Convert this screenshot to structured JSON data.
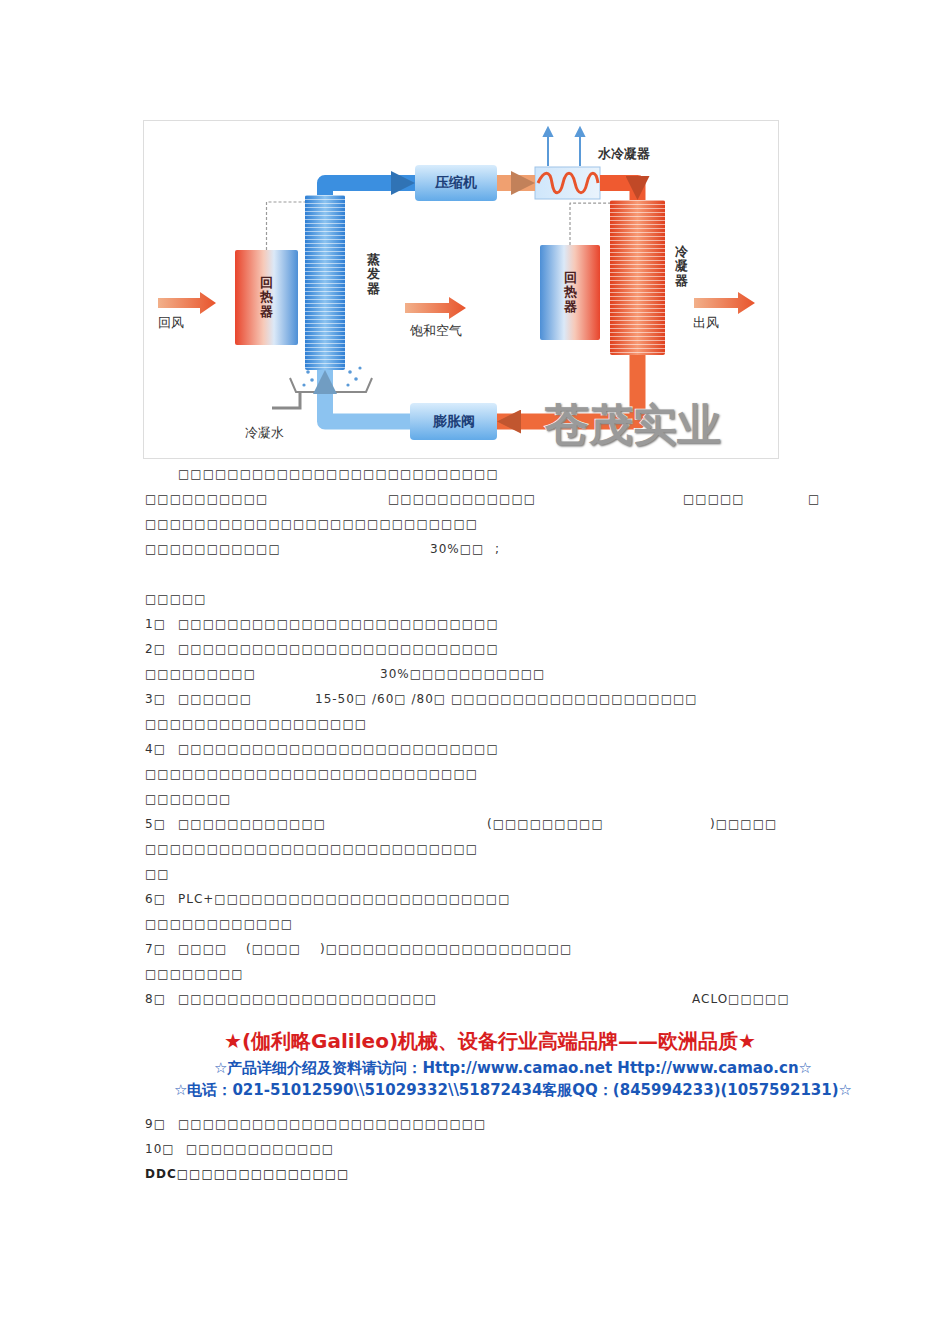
{
  "diagram": {
    "nodes": [
      {
        "text": [
          "压缩机"
        ]
      },
      {
        "text": [
          "水冷凝器"
        ]
      },
      {
        "text": [
          "回热器"
        ]
      },
      {
        "text": [
          "蒸发器"
        ]
      },
      {
        "text": [
          "回热器"
        ]
      },
      {
        "text": [
          "冷凝器"
        ]
      },
      {
        "text": [
          "膨胀阀"
        ]
      }
    ],
    "edges": [
      {
        "from": 3,
        "to": 0,
        "arrow": "to"
      },
      {
        "from": 0,
        "to": 1,
        "arrow": "to"
      },
      {
        "from": 1,
        "to": 5,
        "arrow": "to"
      },
      {
        "from": 5,
        "to": 6,
        "arrow": "to"
      },
      {
        "from": 6,
        "to": 3,
        "arrow": "to"
      },
      {
        "from": 2,
        "to": 3,
        "arrow": "none"
      },
      {
        "from": 4,
        "to": 5,
        "arrow": "none"
      }
    ],
    "labels": [
      "回风",
      "饱和空气",
      "出风",
      "冷凝水",
      "苍茂实业",
      "□□□□□□□□□□□□□□□□□□□□□□□□□□",
      "□□□□□□□□□□",
      "□□□□□□□□□□□□",
      "□□□□□",
      "□",
      "□□□□□□□□□□□□□□□□□□□□□□□□□□□",
      "□□□□□□□□□□□",
      "30%□□",
      ";",
      "□□□□□",
      "1□",
      "□□□□□□□□□□□□□□□□□□□□□□□□□□",
      "2□",
      "□□□□□□□□□□□□□□□□□□□□□□□□□□",
      "□□□□□□□□□",
      "30%□□□□□□□□□□□",
      "3□",
      "□□□□□□",
      "15-50□ /60□ /80□ □□□□□□□□□□□□□□□□□□□□",
      "□□□□□□□□□□□□□□□□□□",
      "4□",
      "□□□□□□□□□□□□□□□□□□□□□□□□□□",
      "□□□□□□□□□□□□□□□□□□□□□□□□□□□",
      "□□□□□□□",
      "5□",
      "□□□□□□□□□□□□",
      "(□□□□□□□□□",
      ")□□□□□",
      "□□□□□□□□□□□□□□□□□□□□□□□□□□□",
      "□□",
      "6□",
      "PLC+□□□□□□□□□□□□□□□□□□□□□□□□",
      "□□□□□□□□□□□□",
      "7□",
      "□□□□",
      "(□□□□",
      ")□□□□□□□□□□□□□□□□□□□□",
      "□□□□□□□□",
      "8□",
      "□□□□□□□□□□□□□□□□□□□□□",
      "ACLO□□□□□",
      "★(伽利略Galileo)机械、设备行业高端品牌——欧洲品质★",
      "☆产品详细介绍及资料请访问：Http://www.camao.net Http://www.camao.cn☆",
      "☆电话：021-51012590\\\\51029332\\\\51872434客服QQ：(845994233)(1057592131)☆",
      "9□",
      "□□□□□□□□□□□□□□□□□□□□□□□□□",
      "10□",
      "□□□□□□□□□□□□",
      "DDC□□□□□□□□□□□□□□"
    ]
  }
}
